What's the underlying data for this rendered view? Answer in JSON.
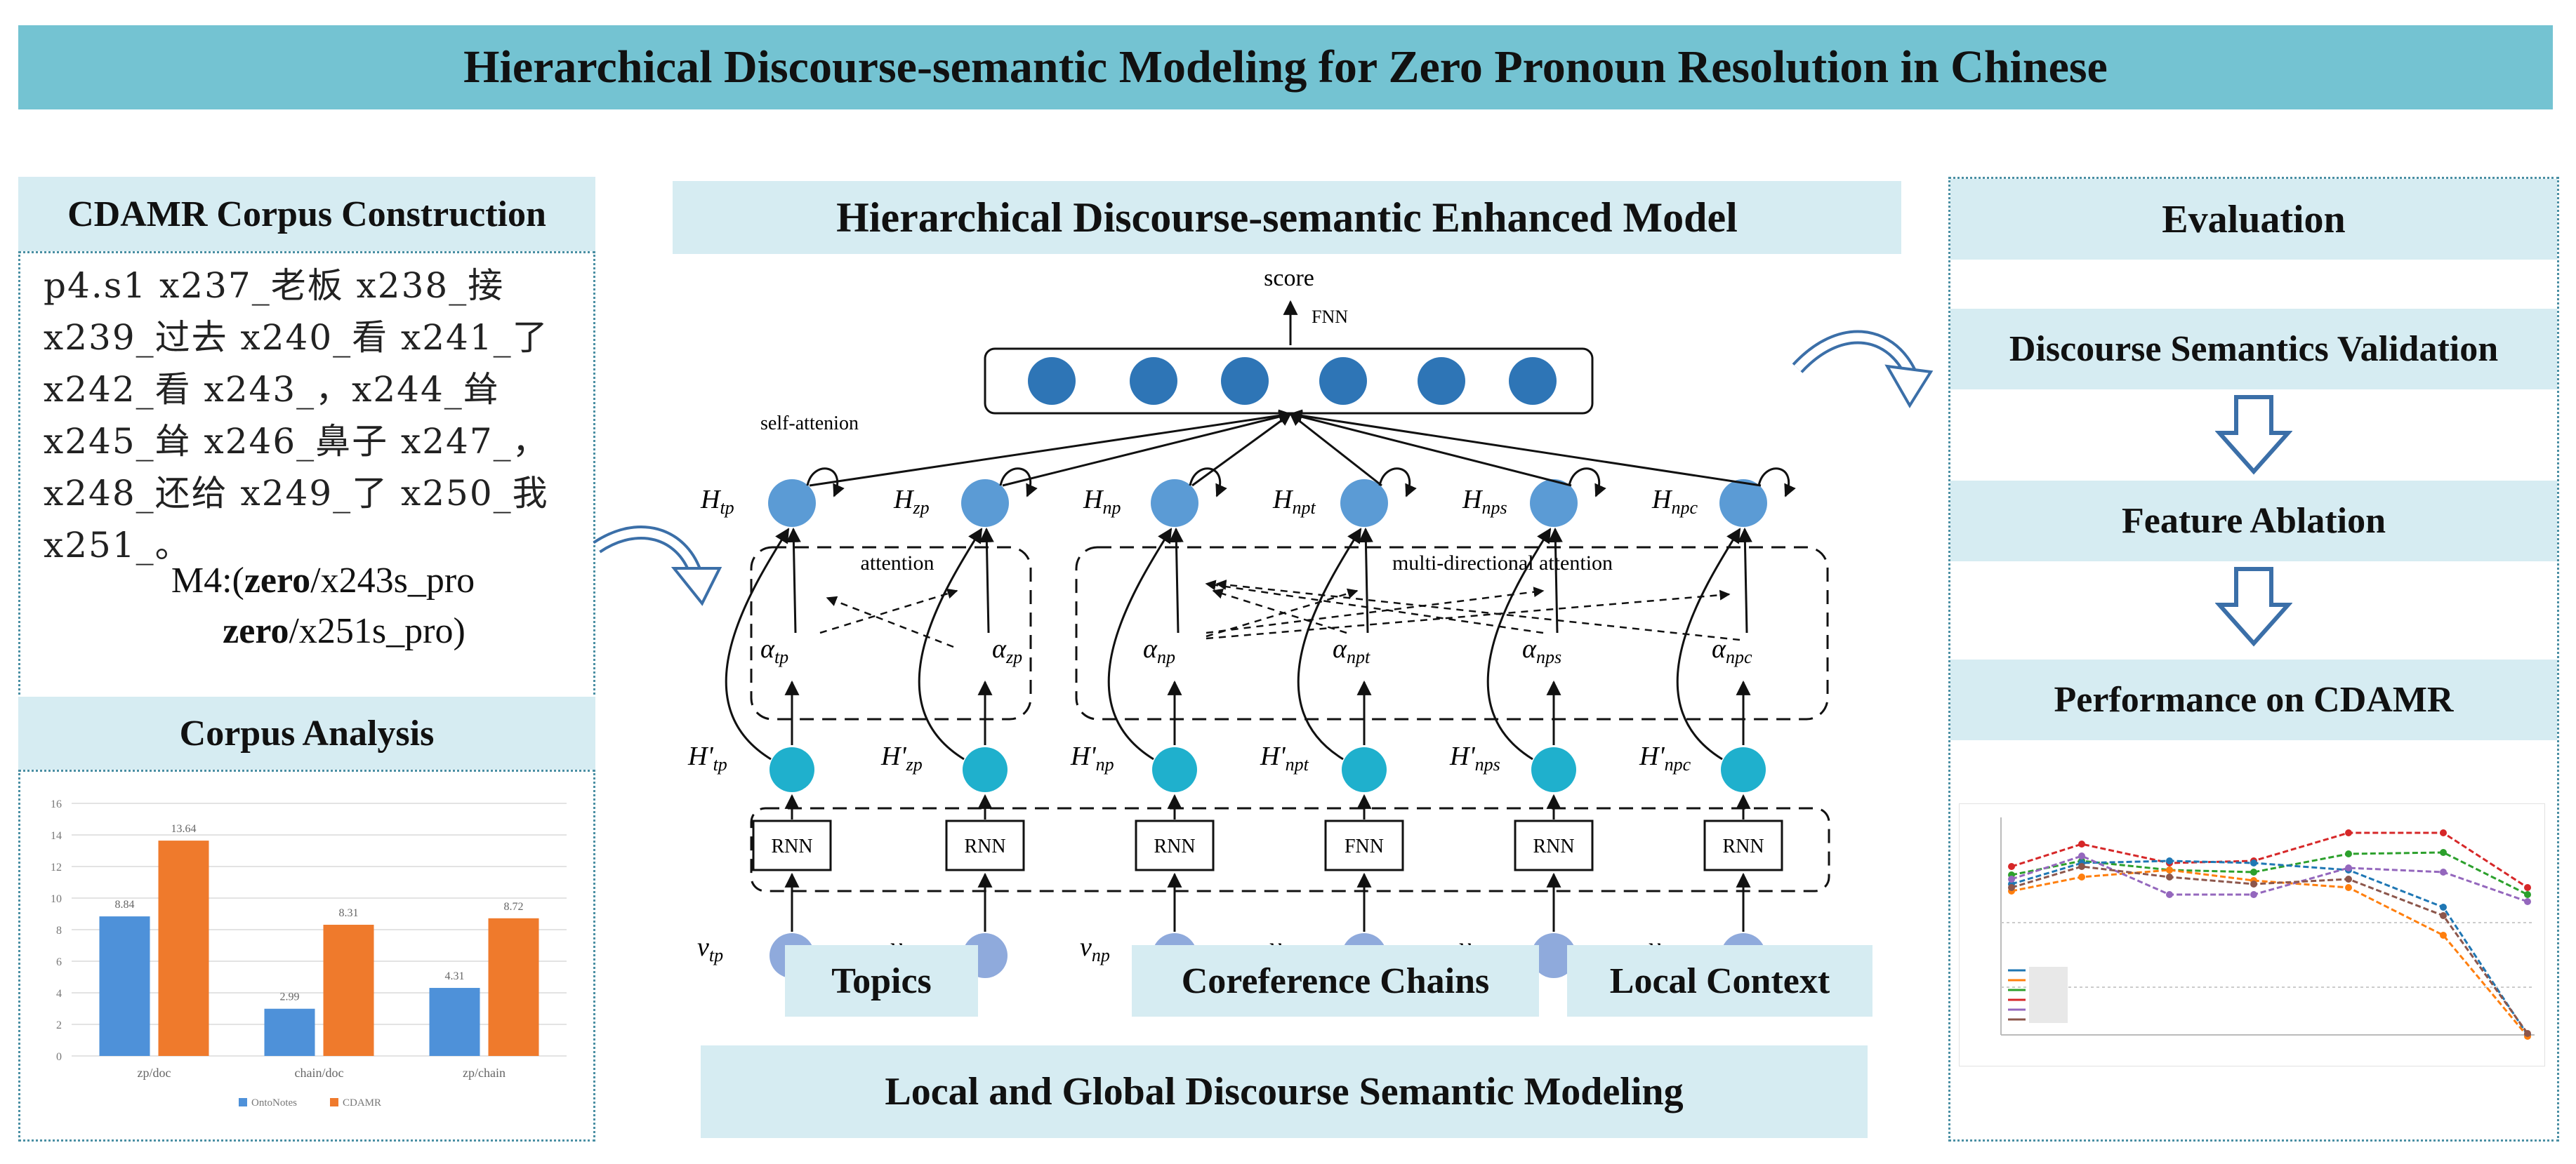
{
  "title": "Hierarchical Discourse-semantic Modeling for Zero Pronoun Resolution in Chinese",
  "left": {
    "corpus_header": "CDAMR Corpus Construction",
    "corpus_text": "p4.s1  x237_老板 x238_接\nx239_过去 x240_看 x241_了\nx242_看 x243_，x244_耸\nx245_耸 x246_鼻子 x247_，\nx248_还给 x249_了 x250_我\nx251_。",
    "m4_prefix": "M4:(",
    "m4_zero": "zero",
    "m4_part1": "/x243s_pro",
    "m4_part2": "/x251s_pro)",
    "analysis_header": "Corpus Analysis",
    "analysis_chart": {
      "categories": [
        "zp/doc",
        "chain/doc",
        "zp/chain"
      ],
      "series": [
        {
          "name": "OntoNotes",
          "values": [
            8.84,
            2.99,
            4.31
          ],
          "color": "#4e91d9"
        },
        {
          "name": "CDAMR",
          "values": [
            13.64,
            8.31,
            8.72
          ],
          "color": "#ef7a2c"
        }
      ],
      "value_labels": {
        "OntoNotes": [
          "8.84",
          "2.99",
          "4.31"
        ],
        "CDAMR": [
          "13.64",
          "8.31",
          "8.72"
        ]
      },
      "yticks": [
        "0",
        "2",
        "4",
        "6",
        "8",
        "10",
        "12",
        "14",
        "16"
      ]
    }
  },
  "center": {
    "header": "Hierarchical Discourse-semantic Enhanced Model",
    "score": "score",
    "ffn": "FNN",
    "self_attention": "self-attenion",
    "attention": "attention",
    "multi_attention": "multi-directional attention",
    "h_labels": [
      "H",
      "H",
      "H",
      "H",
      "H",
      "H"
    ],
    "h_subs": [
      "tp",
      "zp",
      "np",
      "npt",
      "nps",
      "npc"
    ],
    "alpha_subs": [
      "tp",
      "zp",
      "np",
      "npt",
      "nps",
      "npc"
    ],
    "alpha": "α",
    "v": "v",
    "rnn_labels": [
      "RNN",
      "RNN",
      "RNN",
      "FNN",
      "RNN",
      "RNN"
    ],
    "topics": "Topics",
    "coref": "Coreference Chains",
    "local": "Local Context",
    "bottom": "Local and Global Discourse Semantic Modeling"
  },
  "right": {
    "header": "Evaluation",
    "step1": "Discourse Semantics Validation",
    "step2": "Feature Ablation",
    "step3": "Performance on CDAMR"
  },
  "colors": {
    "banner": "#74c3d2",
    "header_fill": "#d6ecf2",
    "node_dark": "#2e75b6",
    "node_light": "#5b9bd5",
    "node_teal": "#1fb0cd",
    "node_pale": "#8faadc"
  }
}
